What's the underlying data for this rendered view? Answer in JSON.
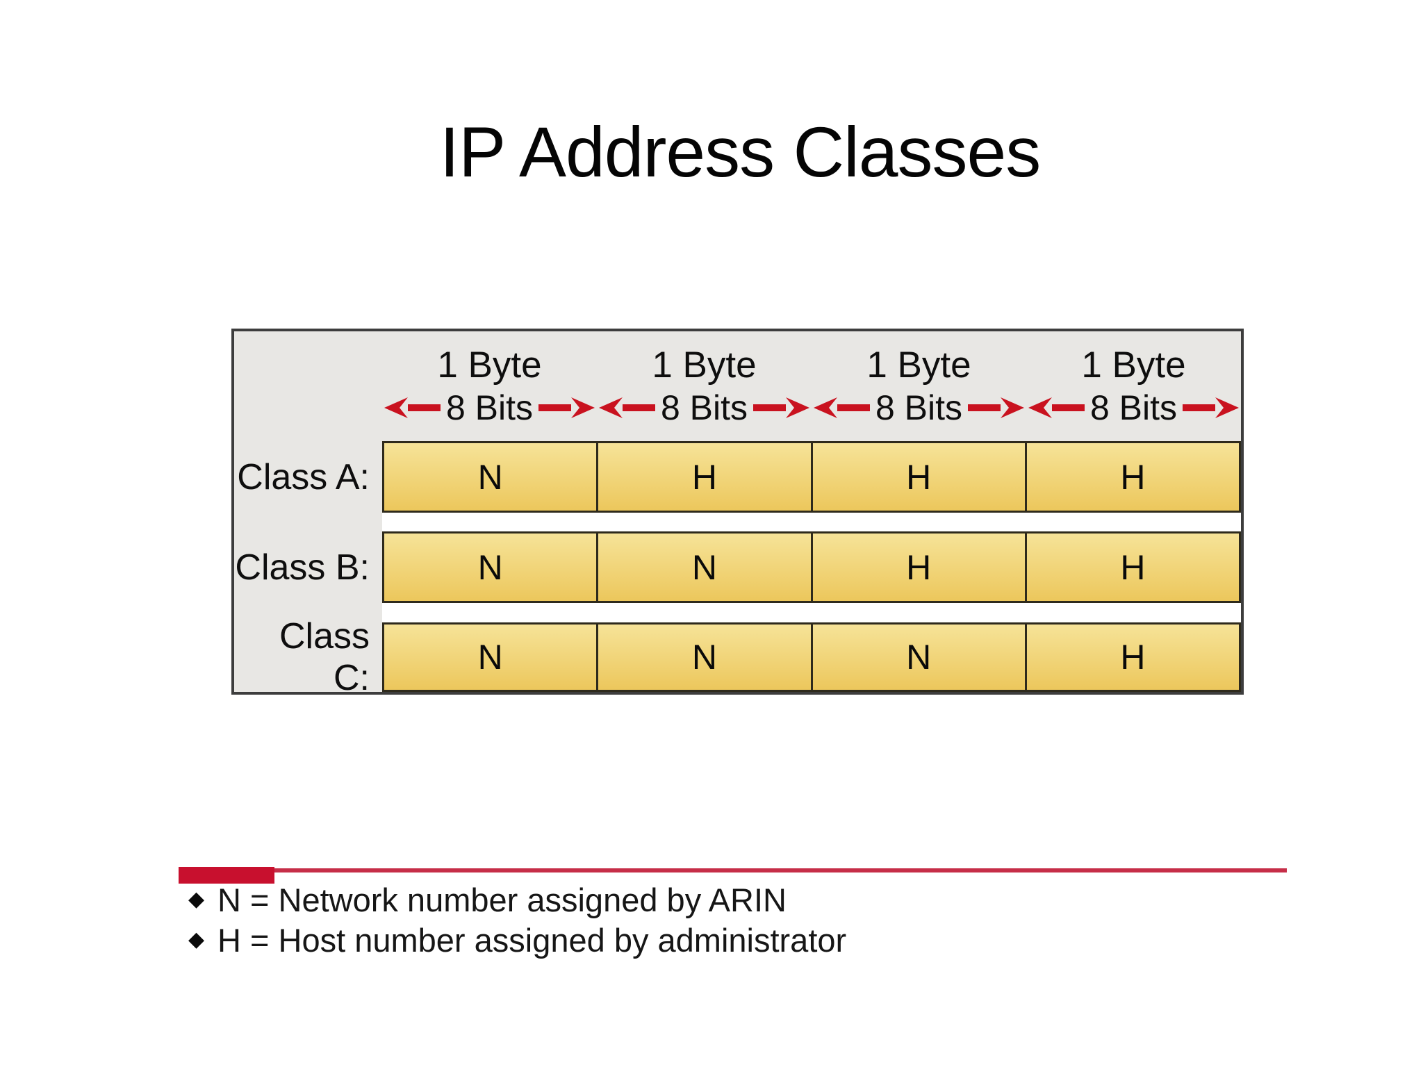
{
  "slide": {
    "title": "IP Address Classes",
    "background_color": "#ffffff"
  },
  "diagram": {
    "panel_fill": "#e8e7e4",
    "panel_border_color": "#3d3d3d",
    "cell_fill_top": "#f6e398",
    "cell_fill_bottom": "#ecc75c",
    "cell_border_color": "#2e2a1c",
    "arrow_color": "#c9121f",
    "columns": [
      {
        "byte_label": "1 Byte",
        "bits_label": "8 Bits"
      },
      {
        "byte_label": "1 Byte",
        "bits_label": "8 Bits"
      },
      {
        "byte_label": "1 Byte",
        "bits_label": "8 Bits"
      },
      {
        "byte_label": "1 Byte",
        "bits_label": "8 Bits"
      }
    ],
    "rows": [
      {
        "label": "Class A:",
        "cells": [
          "N",
          "H",
          "H",
          "H"
        ]
      },
      {
        "label": "Class B:",
        "cells": [
          "N",
          "N",
          "H",
          "H"
        ]
      },
      {
        "label": "Class C:",
        "cells": [
          "N",
          "N",
          "N",
          "H"
        ]
      }
    ]
  },
  "legend": {
    "accent_block_color": "#c8102e",
    "line_color": "#c62e48",
    "items": [
      {
        "bullet": "◆",
        "text": "N = Network number assigned by ARIN"
      },
      {
        "bullet": "◆",
        "text": "H = Host number assigned by administrator"
      }
    ]
  }
}
